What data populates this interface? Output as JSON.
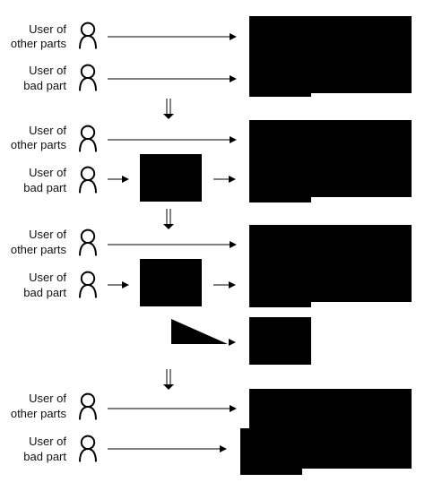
{
  "labels": {
    "user_other_line1": "User of",
    "user_other_line2": "other parts",
    "user_bad_line1": "User of",
    "user_bad_line2": "bad part"
  },
  "stages": [
    {
      "id": "stage-1",
      "rows": [
        "other",
        "bad"
      ],
      "bad_row_has_intermediate_box": false
    },
    {
      "id": "stage-2",
      "rows": [
        "other",
        "bad"
      ],
      "bad_row_has_intermediate_box": true
    },
    {
      "id": "stage-3",
      "rows": [
        "other",
        "bad"
      ],
      "bad_row_has_intermediate_box": true,
      "has_wedge_row": true
    },
    {
      "id": "stage-4",
      "rows": [
        "other",
        "bad"
      ],
      "bad_row_has_intermediate_box": false
    }
  ],
  "icons": {
    "person": "person-outline-icon",
    "transition": "double-down-arrow-icon"
  },
  "colors": {
    "fill": "#000000",
    "background": "#ffffff"
  }
}
